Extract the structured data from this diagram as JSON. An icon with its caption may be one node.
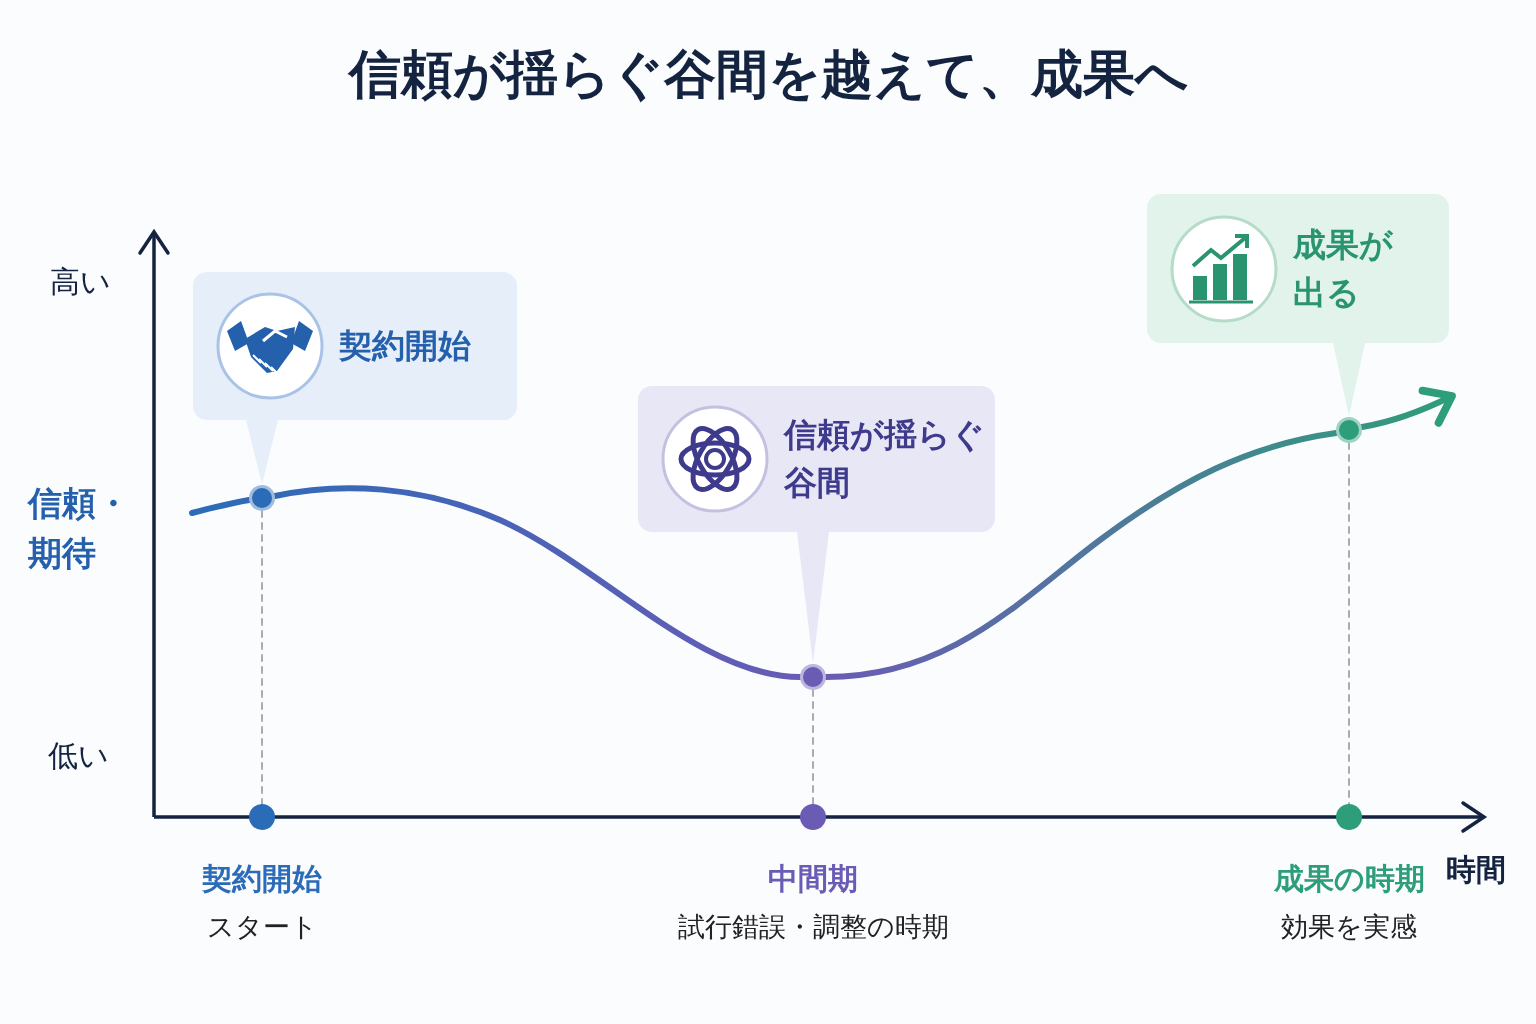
{
  "diagram": {
    "title": "信頼が揺らぐ谷間を越えて、成果へ",
    "nodes": [
      {
        "text": [
          "契約開始"
        ]
      },
      {
        "text": [
          "信頼が揺らぐ谷間"
        ]
      },
      {
        "text": [
          "成果が出る"
        ]
      },
      {
        "text": [],
        "shape": "circle"
      },
      {
        "text": [],
        "shape": "circle"
      },
      {
        "text": [],
        "shape": "circle"
      },
      {
        "text": [],
        "shape": "circle",
        "beside": [
          "契約開始",
          "スタート"
        ]
      },
      {
        "text": [],
        "shape": "circle",
        "beside": [
          "中間期",
          "試行錯誤・調整の時期"
        ]
      },
      {
        "text": [],
        "shape": "circle",
        "beside": [
          "成果の時期",
          "効果を実感"
        ]
      }
    ],
    "edges": [
      {
        "from": 0,
        "to": 3,
        "arrow": "none"
      },
      {
        "from": 1,
        "to": 4,
        "arrow": "none"
      },
      {
        "from": 2,
        "to": 5,
        "arrow": "none"
      },
      {
        "from": null,
        "to": 3,
        "arrow": "none",
        "style": "thick"
      },
      {
        "from": 3,
        "to": 4,
        "arrow": "none",
        "style": "thick"
      },
      {
        "from": 4,
        "to": 5,
        "arrow": "none",
        "style": "thick"
      },
      {
        "from": 5,
        "to": null,
        "arrow": "to",
        "style": "thick"
      },
      {
        "from": 3,
        "to": 6,
        "arrow": "none",
        "style": "dashed"
      },
      {
        "from": 4,
        "to": 7,
        "arrow": "none",
        "style": "dashed"
      },
      {
        "from": 5,
        "to": 8,
        "arrow": "none",
        "style": "dashed"
      }
    ],
    "labels": [
      "高い",
      "信頼・期待",
      "低い",
      "時間"
    ]
  }
}
